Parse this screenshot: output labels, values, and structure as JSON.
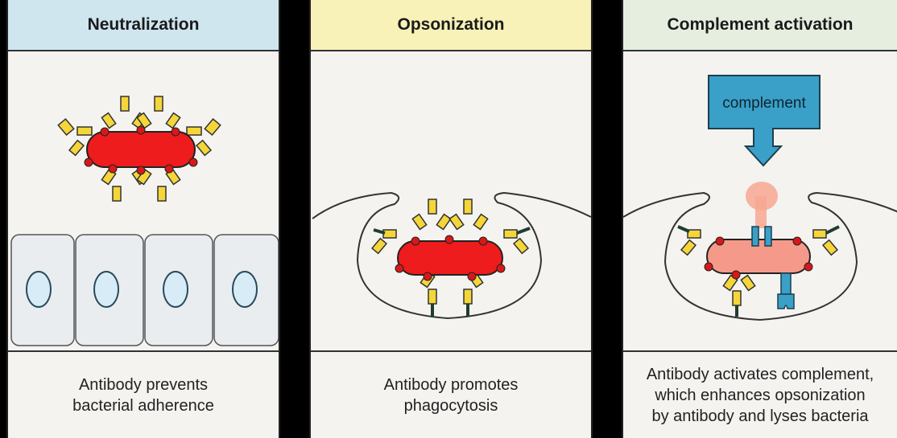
{
  "panels": [
    {
      "title": "Neutralization",
      "caption": [
        "Antibody prevents",
        "bacterial adherence"
      ],
      "header_color": "#cfe6ef"
    },
    {
      "title": "Opsonization",
      "caption": [
        "Antibody promotes",
        "phagocytosis"
      ],
      "header_color": "#f8f2b8"
    },
    {
      "title": "Complement  activation",
      "caption": [
        "Antibody activates complement,",
        "which enhances opsonization",
        "by antibody and lyses bacteria"
      ],
      "header_color": "#e6eee0"
    }
  ],
  "complement_label": "complement",
  "colors": {
    "bacterium": "#ee1c1c",
    "bacterium_lysed": "#f59a8a",
    "antibody": "#f5d63a",
    "antigen_dot": "#d81818",
    "complement": "#3aa0c8",
    "cell_nucleus": "#d7ecf7"
  }
}
